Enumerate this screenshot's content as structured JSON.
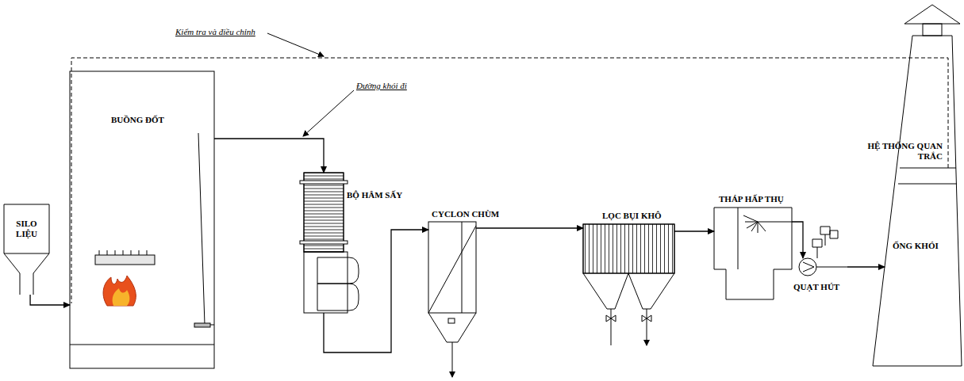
{
  "diagram": {
    "nodes": [
      {
        "text": [
          "SILO LIỆU"
        ]
      },
      {
        "text": [
          "BUỒNG ĐỐT"
        ]
      },
      {
        "text": [
          "BỘ HÂM SẤY"
        ]
      },
      {
        "text": [
          "CYCLON CHÙM"
        ]
      },
      {
        "text": [
          "LỌC BỤI KHÔ"
        ]
      },
      {
        "text": [
          "THÁP HẤP THỤ"
        ]
      },
      {
        "text": [
          "QUẠT HÚT"
        ]
      },
      {
        "text": [
          "ỐNG KHÓI"
        ]
      },
      {
        "text": [
          "HỆ THỐNG QUAN TRẮC"
        ]
      }
    ],
    "edges": [
      {
        "from": 0,
        "to": 1,
        "arrow": "to"
      },
      {
        "from": 1,
        "to": 2,
        "arrow": "to"
      },
      {
        "from": 2,
        "to": 3,
        "arrow": "to"
      },
      {
        "from": 3,
        "to": 4,
        "arrow": "to"
      },
      {
        "from": 4,
        "to": 5,
        "arrow": "to"
      },
      {
        "from": 5,
        "to": 6,
        "arrow": "to"
      },
      {
        "from": 6,
        "to": 7,
        "arrow": "to"
      },
      {
        "from": 8,
        "to": 1,
        "arrow": "none"
      }
    ],
    "labels": [
      "Kiểm tra và điều chỉnh",
      "Đường khói đi"
    ]
  }
}
